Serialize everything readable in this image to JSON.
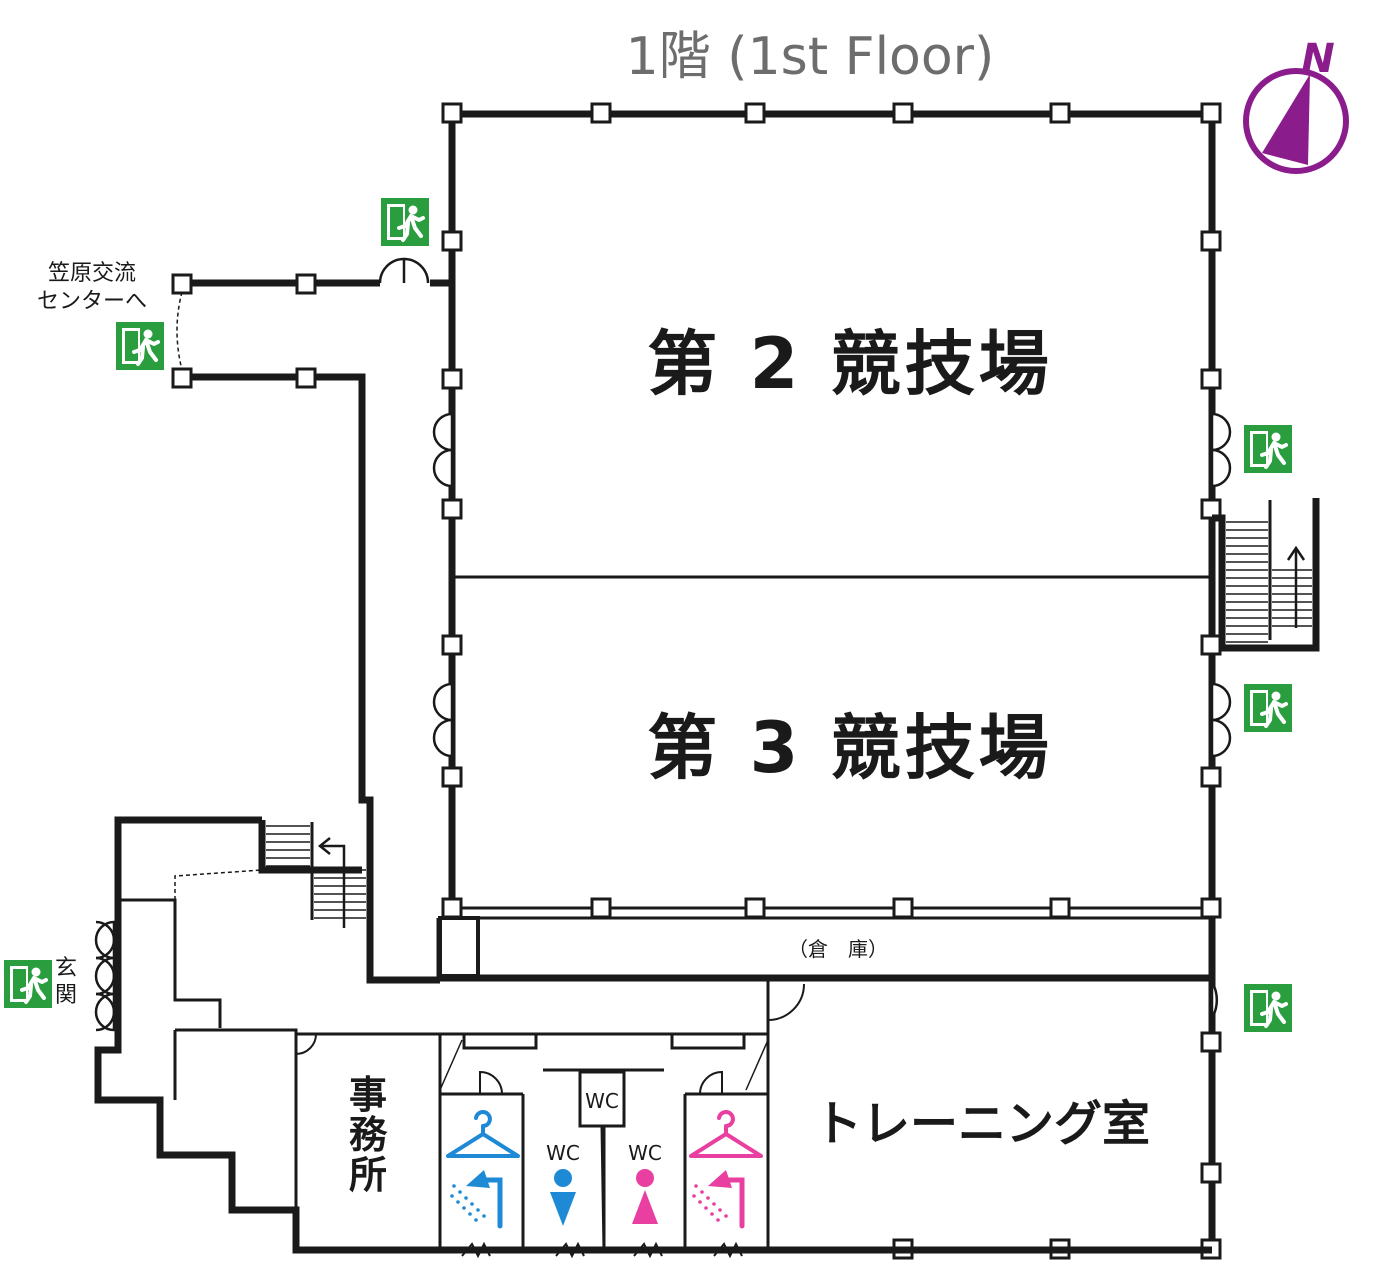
{
  "title": "1階 (1st Floor)",
  "compass": {
    "label": "N",
    "color": "#8b1c8c"
  },
  "rooms": {
    "arena2": "第 2 競技場",
    "arena3": "第 3 競技場",
    "storage": "（倉　庫）",
    "training": "トレーニング室",
    "office": [
      "事",
      "務",
      "所"
    ],
    "entrance": [
      "玄",
      "関"
    ]
  },
  "connector_label": [
    "笠原交流",
    "センターへ"
  ],
  "wc": {
    "label": "WC"
  },
  "icons": {
    "emergency_exit": "emergency-exit-icon",
    "hanger": "hanger-icon",
    "shower": "shower-icon",
    "male": "male-icon",
    "female": "female-icon"
  },
  "colors": {
    "exit_green": "#2a9d3f",
    "male_blue": "#1e8ad6",
    "female_pink": "#e83fa0",
    "wall": "#1a1a1a"
  }
}
